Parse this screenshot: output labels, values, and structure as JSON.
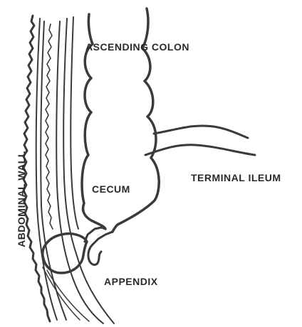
{
  "labels": {
    "ascending_colon": "ASCENDING COLON",
    "terminal_ileum": "TERMINAL ILEUM",
    "cecum": "CECUM",
    "appendix": "APPENDIX",
    "abdominal_wall": "ABDOMINAL WALL"
  },
  "colors": {
    "ink": "#3a3a3a",
    "background": "#ffffff"
  }
}
